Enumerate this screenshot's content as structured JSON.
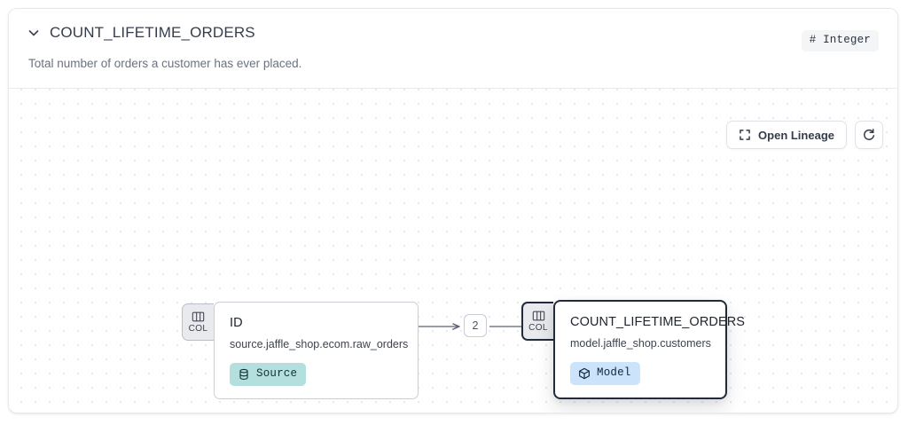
{
  "header": {
    "collapse_icon": "chevron-down-icon",
    "title": "COUNT_LIFETIME_ORDERS",
    "subtitle": "Total number of orders a customer has ever placed.",
    "type_badge": "# Integer"
  },
  "toolbar": {
    "open_lineage_label": "Open Lineage",
    "open_lineage_icon": "expand-icon",
    "refresh_icon": "refresh-icon"
  },
  "graph": {
    "nodes": [
      {
        "tab_label": "COL",
        "tab_icon": "columns-icon",
        "title": "ID",
        "subtitle": "source.jaffle_shop.ecom.raw_orders",
        "badge_label": "Source",
        "badge_icon": "database-icon",
        "badge_color": "#b3e0de",
        "selected": false
      },
      {
        "tab_label": "COL",
        "tab_icon": "columns-icon",
        "title": "COUNT_LIFETIME_ORDERS",
        "subtitle": "model.jaffle_shop.customers",
        "badge_label": "Model",
        "badge_icon": "cube-icon",
        "badge_color": "#cbe4fb",
        "selected": true
      }
    ],
    "edge_count": "2"
  }
}
